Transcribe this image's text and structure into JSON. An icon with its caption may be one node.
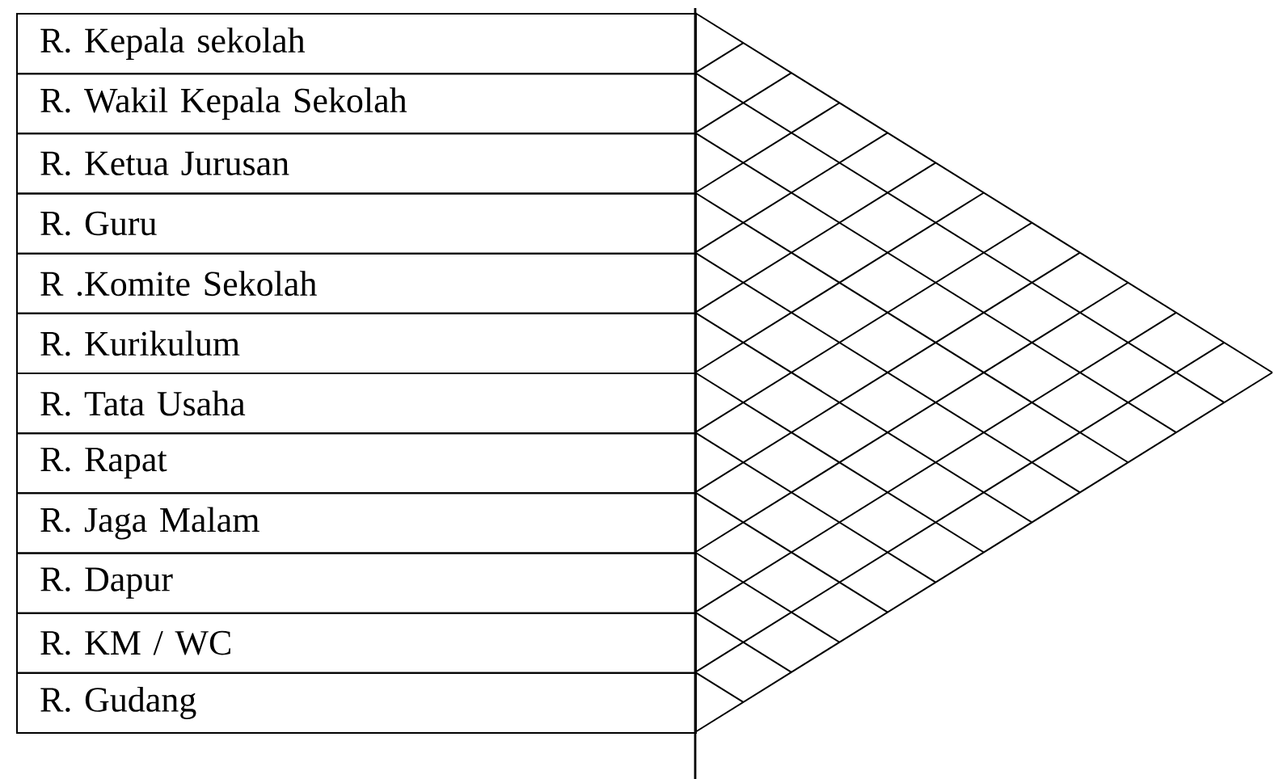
{
  "diagram": {
    "nodes": [
      {
        "text": [
          "R. Kepala sekolah"
        ]
      },
      {
        "text": [
          "R. Wakil Kepala Sekolah"
        ]
      },
      {
        "text": [
          "R. Ketua Jurusan"
        ]
      },
      {
        "text": [
          "R. Guru"
        ]
      },
      {
        "text": [
          "R .Komite Sekolah"
        ]
      },
      {
        "text": [
          "R. Kurikulum"
        ]
      },
      {
        "text": [
          "R. Tata Usaha"
        ]
      },
      {
        "text": [
          "R. Rapat"
        ]
      },
      {
        "text": [
          "R. Jaga Malam"
        ]
      },
      {
        "text": [
          "R. Dapur"
        ]
      },
      {
        "text": [
          "R. KM / WC"
        ]
      },
      {
        "text": [
          "R. Gudang"
        ]
      }
    ]
  }
}
